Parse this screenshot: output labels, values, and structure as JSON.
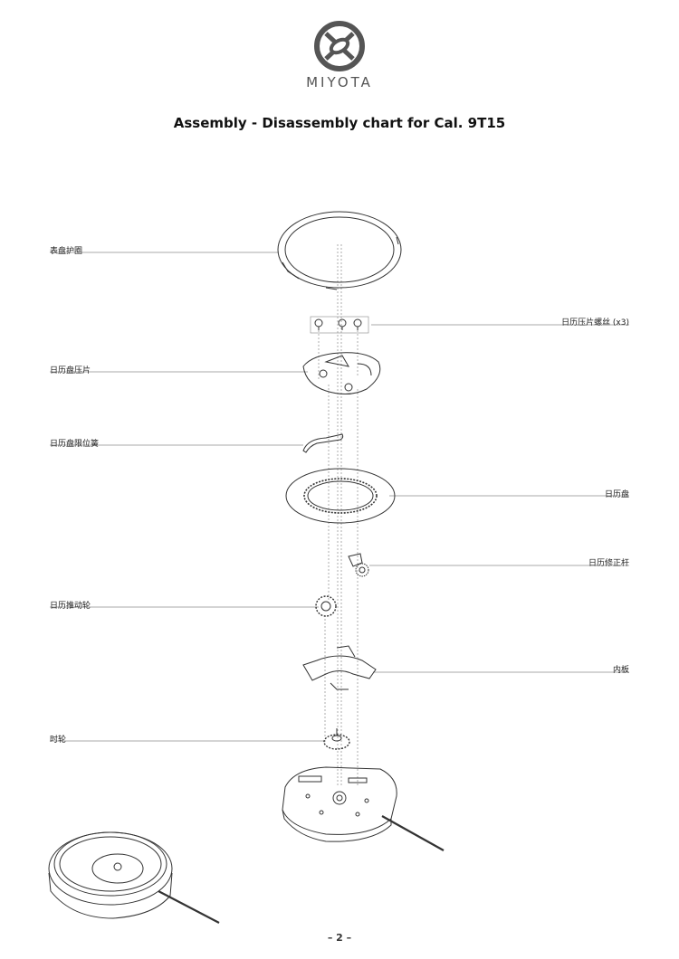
{
  "logo": {
    "brand": "MIYOTA"
  },
  "title": "Assembly - Disassembly chart for Cal. 9T15",
  "parts": [
    {
      "id": "dial-ring",
      "label": "表盘护圈",
      "side": "left"
    },
    {
      "id": "calendar-plate-screw",
      "label": "日历压片螺丝 (x3)",
      "side": "right"
    },
    {
      "id": "calendar-plate",
      "label": "日历盘压片",
      "side": "left"
    },
    {
      "id": "date-jumper",
      "label": "日历盘限位簧",
      "side": "left"
    },
    {
      "id": "date-disc",
      "label": "日历盘",
      "side": "right"
    },
    {
      "id": "date-corrector",
      "label": "日历修正杆",
      "side": "right"
    },
    {
      "id": "date-driving-wheel",
      "label": "日历推动轮",
      "side": "left"
    },
    {
      "id": "inner-plate",
      "label": "内板",
      "side": "right"
    },
    {
      "id": "hour-wheel",
      "label": "时轮",
      "side": "left"
    }
  ],
  "page_number": "– 2 –"
}
